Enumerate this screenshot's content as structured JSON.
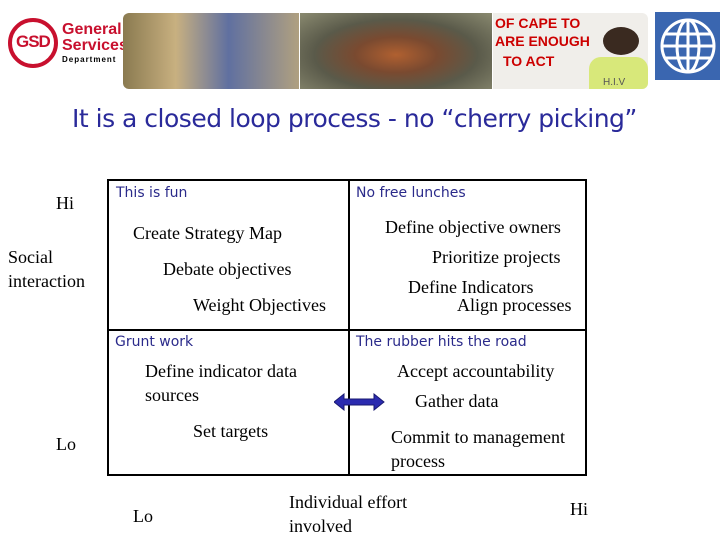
{
  "header": {
    "logo_lines": [
      "General",
      "Services",
      "Department"
    ],
    "logo_mark": "GSD",
    "banner_text": [
      "OF CAPE TO",
      "ARE ENOUGH",
      "TO ACT",
      "H.I.V"
    ]
  },
  "title": "It is a closed loop process  - no  “cherry picking”",
  "axes": {
    "y_hi": "Hi",
    "y_label": [
      "Social",
      "interaction"
    ],
    "y_lo": "Lo",
    "x_lo": "Lo",
    "x_label": [
      "Individual effort",
      "involved"
    ],
    "x_hi": "Hi"
  },
  "quadrants": {
    "top_left": {
      "label": "This is fun",
      "items": [
        "Create Strategy Map",
        "Debate objectives",
        "Weight Objectives"
      ]
    },
    "top_right": {
      "label": "No free lunches",
      "items": [
        "Define objective owners",
        "Prioritize projects",
        "Define Indicators",
        "Align processes"
      ]
    },
    "bottom_left": {
      "label": "Grunt work",
      "items": [
        "Define indicator data",
        "sources",
        "Set targets"
      ]
    },
    "bottom_right": {
      "label": "The rubber hits the road",
      "items": [
        "Accept accountability",
        "Gather data",
        "Commit to management",
        "process"
      ]
    }
  },
  "colors": {
    "title": "#2a2a9a",
    "quadrant_label": "#2a2a8a",
    "arrow": "#2b2bb0",
    "logo_red": "#c8102e",
    "world_bank_blue": "#3a66b0"
  }
}
